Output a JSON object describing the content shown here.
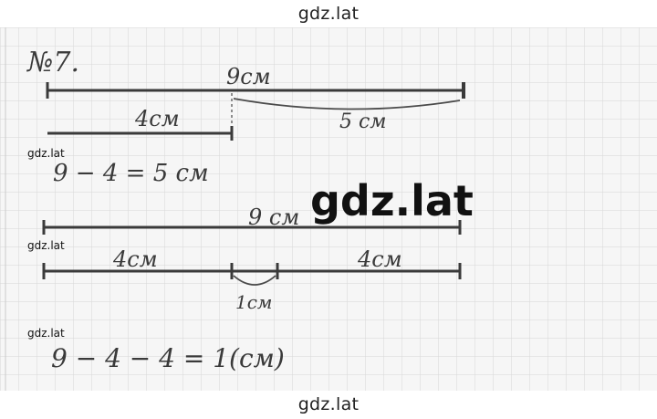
{
  "watermark": {
    "header": "gdz.lat",
    "footer": "gdz.lat",
    "center": "gdz.lat",
    "side_1": "gdz.lat",
    "side_2": "gdz.lat",
    "side_3": "gdz.lat"
  },
  "problem": {
    "number": "№7.",
    "diagram_1": {
      "total_label": "9см",
      "part_a_label": "4см",
      "part_b_label": "5 см",
      "equation": "9 − 4 = 5 см"
    },
    "diagram_2": {
      "total_label": "9 см",
      "part_a_label": "4см",
      "part_b_label": "4см",
      "middle_label": "1см",
      "equation": "9 − 4 − 4 = 1(см)"
    }
  },
  "colors": {
    "ink": "#3a3a3a",
    "grid": "#d7d7d7",
    "paper": "#f6f6f6"
  }
}
